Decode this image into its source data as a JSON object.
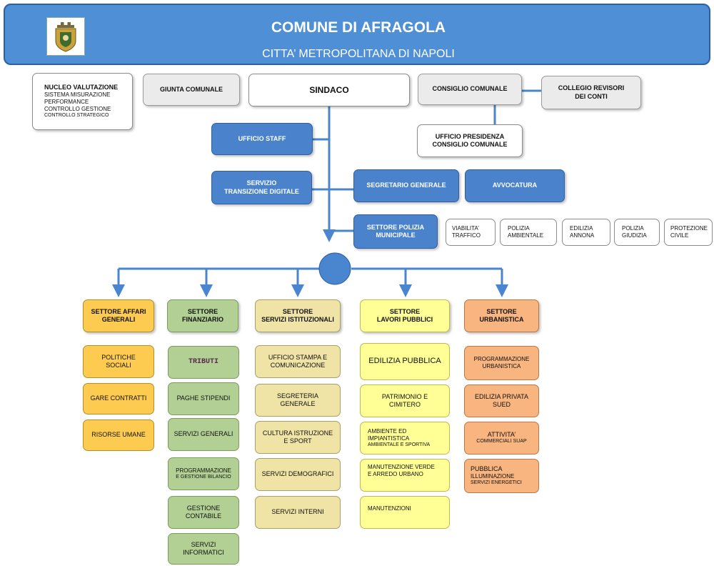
{
  "header": {
    "title": "COMUNE DI AFRAGOLA",
    "subtitle": "CITTA’ METROPOLITANA DI NAPOLI"
  },
  "top": {
    "nucleo_title": "NUCLEO VALUTAZIONE",
    "nucleo_lines": [
      "SISTEMA MISURAZIONE",
      "PERFORMANCE",
      "CONTROLLO GESTIONE",
      "CONTROLLO STRATEGICO"
    ],
    "giunta": "GIUNTA COMUNALE",
    "sindaco": "SINDACO",
    "consiglio": "CONSIGLIO  COMUNALE",
    "collegio": [
      "COLLEGIO REVISORI",
      "DEI CONTI"
    ],
    "presidenza": [
      "UFFICIO PRESIDENZA",
      "CONSIGLIO COMUNALE"
    ],
    "staff": "UFFICIO STAFF",
    "transizione": [
      "SERVIZIO",
      "TRANSIZIONE DIGITALE"
    ],
    "segretario": "SEGRETARIO  GENERALE",
    "avvocatura": "AVVOCATURA",
    "polizia": [
      "SETTORE POLIZIA",
      "MUNICIPALE"
    ],
    "polizia_units": [
      [
        "VIABILITA’",
        "TRAFFICO"
      ],
      [
        "POLIZIA",
        "AMBIENTALE"
      ],
      [
        "EDILIZIA",
        "ANNONA"
      ],
      [
        "POLIZIA",
        "GIUDIZIA"
      ],
      [
        "PROTEZIONE",
        "CIVILE"
      ]
    ]
  },
  "sectors": {
    "affari": {
      "title": [
        "SETTORE AFFARI",
        "GENERALI"
      ],
      "items": [
        [
          "POLITICHE",
          "SOCIALI"
        ],
        [
          "GARE CONTRATTI"
        ],
        [
          "RISORSE UMANE"
        ]
      ]
    },
    "finanziario": {
      "title": [
        "SETTORE",
        "FINANZIARIO"
      ],
      "items": [
        [
          "TRIBUTI"
        ],
        [
          "PAGHE STIPENDI"
        ],
        [
          "SERVIZI GENERALI"
        ],
        [
          "PROGRAMMAZIONE",
          "E GESTIONE BILANCIO"
        ],
        [
          "GESTIONE",
          "CONTABILE"
        ],
        [
          "SERVIZI",
          "INFORMATICI"
        ]
      ]
    },
    "istituzionali": {
      "title": [
        "SETTORE",
        "SERVIZI ISTITUZIONALI"
      ],
      "items": [
        [
          "UFFICIO STAMPA E",
          "COMUNICAZIONE"
        ],
        [
          "SEGRETERIA",
          "GENERALE"
        ],
        [
          "CULTURA ISTRUZIONE",
          "E SPORT"
        ],
        [
          "SERVIZI DEMOGRAFICI"
        ],
        [
          "SERVIZI INTERNI"
        ]
      ]
    },
    "lavori": {
      "title": [
        "SETTORE",
        "LAVORI PUBBLICI"
      ],
      "items": [
        [
          "EDILIZIA PUBBLICA"
        ],
        [
          "PATRIMONIO  E",
          "CIMITERO"
        ],
        [
          "AMBIENTE ED",
          "IMPIANTISTICA",
          "AMBIENTALE E SPORTIVA"
        ],
        [
          "MANUTENZIONE VERDE",
          "E ARREDO URBANO"
        ],
        [
          "MANUTENZIONI"
        ]
      ]
    },
    "urbanistica": {
      "title": [
        "SETTORE",
        "URBANISTICA"
      ],
      "items": [
        [
          "PROGRAMMAZIONE",
          "URBANISTICA"
        ],
        [
          "EDILIZIA PRIVATA",
          "SUED"
        ],
        [
          "ATTIVITA’",
          "COMMERCIALI SUAP"
        ],
        [
          "PUBBLICA",
          "ILLUMINAZIONE",
          "SERVIZI ENERGETICI"
        ]
      ]
    }
  },
  "colors": {
    "header": "#4f8fd6",
    "connector": "#4a86cf",
    "affari": "#fccb4f",
    "finanziario": "#b2d093",
    "istituzionali": "#efe4a6",
    "lavori": "#ffff96",
    "urbanistica": "#f8b580"
  },
  "icons": {
    "crest": "coat-of-arms-icon"
  }
}
